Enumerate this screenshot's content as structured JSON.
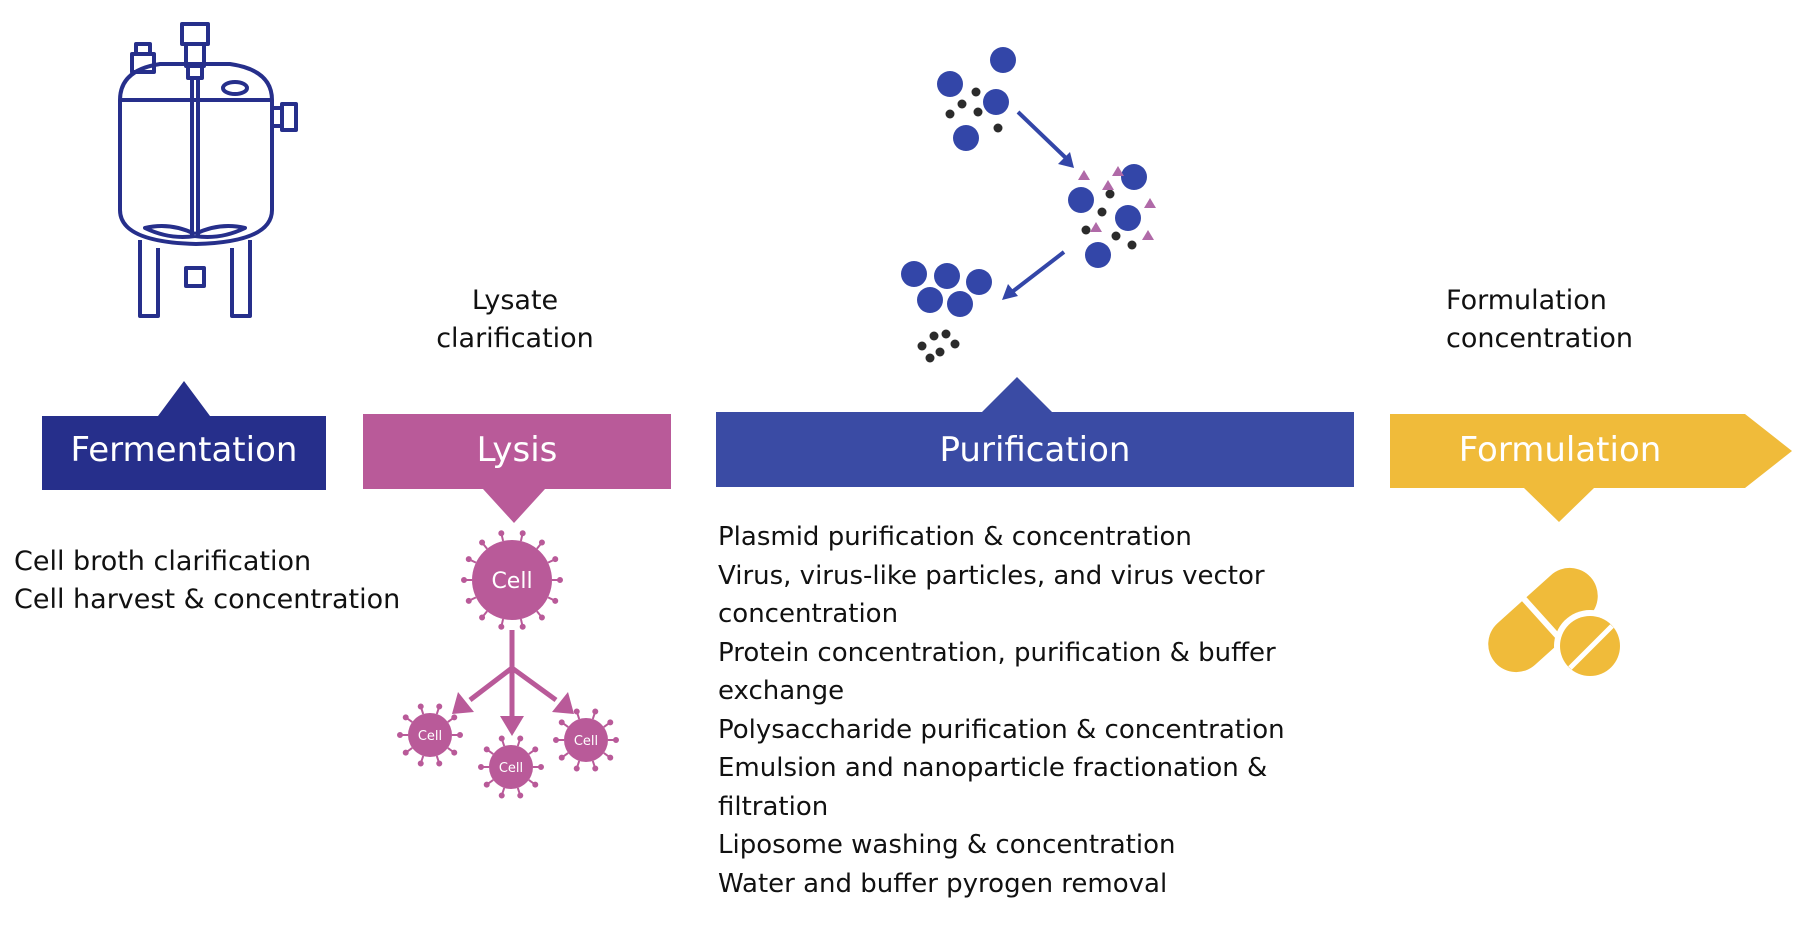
{
  "colors": {
    "fermentation": "#262f8b",
    "lysis": "#b95a99",
    "purification": "#3a4ba4",
    "formulation": "#f0bb3a",
    "particle_blue": "#3346a8",
    "particle_dark": "#2b2b2b",
    "particle_pink": "#b06aa8"
  },
  "stages": {
    "fermentation": {
      "label": "Fermentation",
      "items": [
        "Cell broth clarification",
        "Cell harvest & concentration"
      ],
      "icon": "bioreactor-icon"
    },
    "lysis": {
      "label": "Lysis",
      "caption": [
        "Lysate",
        "clarification"
      ],
      "cell_label": "Cell",
      "small_cells": [
        "Cell",
        "Cell",
        "Cell"
      ],
      "icon": "cell-lysis-icon"
    },
    "purification": {
      "label": "Purification",
      "items": [
        "Plasmid purification & concentration",
        "Virus, virus-like particles, and virus vector",
        "concentration",
        "Protein concentration, purification & buffer",
        "exchange",
        "Polysaccharide purification & concentration",
        "Emulsion and nanoparticle fractionation &",
        "filtration",
        "Liposome washing & concentration",
        "Water and buffer pyrogen removal"
      ],
      "icon": "particle-separation-icon"
    },
    "formulation": {
      "label": "Formulation",
      "caption": [
        "Formulation",
        "concentration"
      ],
      "icon": "pill-capsule-icon"
    }
  }
}
